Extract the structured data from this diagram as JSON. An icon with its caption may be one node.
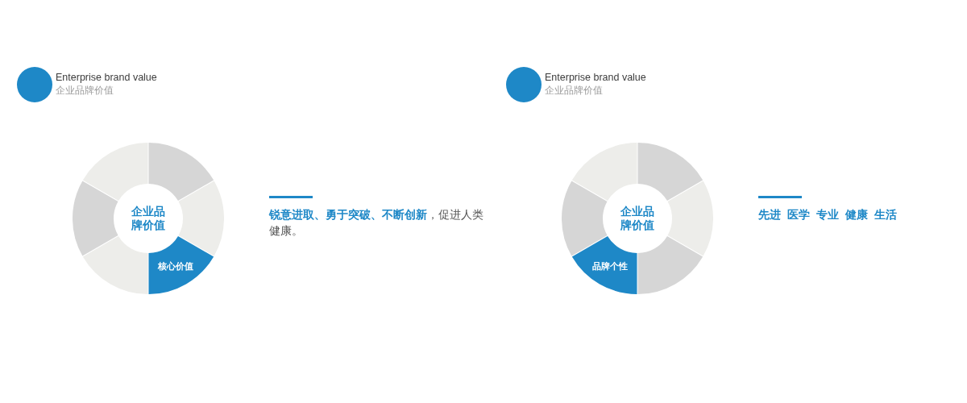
{
  "diagram": {
    "nodes": [
      {
        "text": [
          "企业品牌价值"
        ]
      },
      {
        "text": [],
        "shape": "segment"
      },
      {
        "text": [],
        "shape": "segment"
      },
      {
        "text": [
          "核心价值"
        ]
      },
      {
        "text": [],
        "shape": "segment"
      },
      {
        "text": [],
        "shape": "segment"
      },
      {
        "text": [],
        "shape": "segment"
      },
      {
        "text": [
          "企业品牌价值"
        ]
      },
      {
        "text": [],
        "shape": "segment"
      },
      {
        "text": [],
        "shape": "segment"
      },
      {
        "text": [],
        "shape": "segment"
      },
      {
        "text": [
          "品牌个性"
        ]
      },
      {
        "text": [],
        "shape": "segment"
      },
      {
        "text": [],
        "shape": "segment"
      }
    ],
    "labels": [
      "Enterprise brand value",
      "企业品牌价值",
      "**锐意进取、勇于突破、不断创新**，促进人类健康。",
      "Enterprise brand value",
      "企业品牌价值",
      "先进 医学 专业 健康 生活"
    ]
  }
}
